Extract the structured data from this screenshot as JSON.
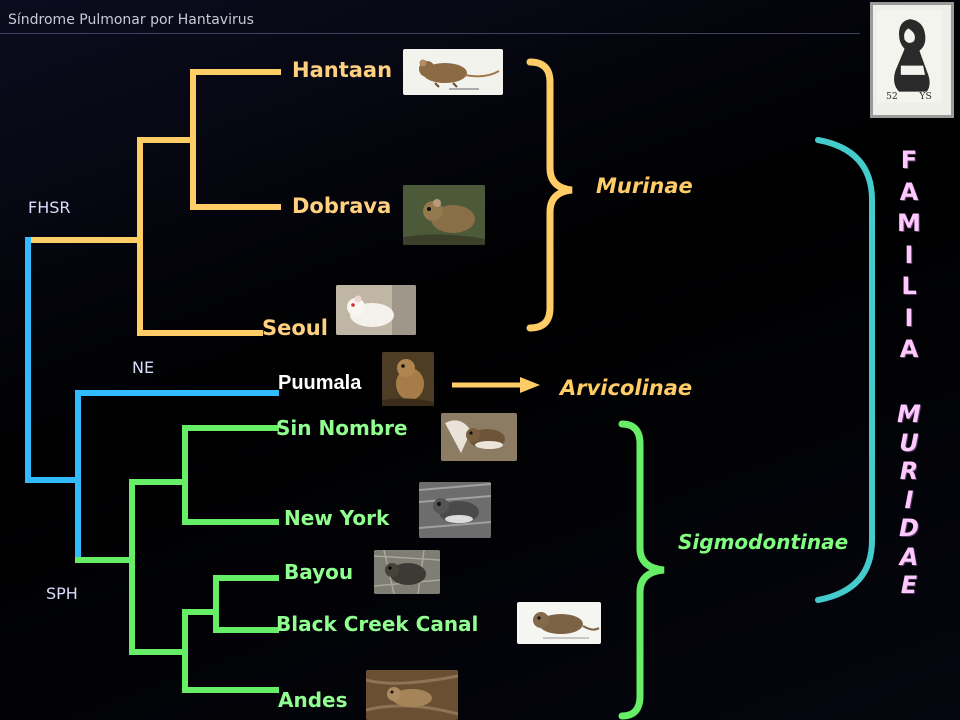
{
  "header": {
    "title": "Síndrome Pulmonar por Hantavirus"
  },
  "groups": {
    "fhsr": "FHSR",
    "ne": "NE",
    "sph": "SPH"
  },
  "viruses": [
    {
      "id": "hantaan",
      "label": "Hantaan"
    },
    {
      "id": "dobrava",
      "label": "Dobrava"
    },
    {
      "id": "seoul",
      "label": "Seoul"
    },
    {
      "id": "puumala",
      "label": "Puumala"
    },
    {
      "id": "sin-nombre",
      "label": "Sin Nombre"
    },
    {
      "id": "new-york",
      "label": "New York"
    },
    {
      "id": "bayou",
      "label": "Bayou"
    },
    {
      "id": "black-creek-canal",
      "label": "Black Creek Canal"
    },
    {
      "id": "andes",
      "label": "Andes"
    }
  ],
  "subfamilies": {
    "murinae": "Murinae",
    "arvicolinae": "Arvicolinae",
    "sigmodontinae": "Sigmodontinae"
  },
  "family": {
    "word1": "FAMILIA",
    "word2": "MURIDAE"
  },
  "colors": {
    "yellow_branch": "#ffcc66",
    "blue_branch": "#33bbff",
    "green_branch": "#66ee66",
    "virus_label": "#ffd080",
    "green_label": "#90ff90",
    "murinae_brace": "#ffcc66",
    "subfamily_text": "#ffcc66",
    "sigmodontinae_text": "#80ff80",
    "sigmodontinae_brace": "#66ee66",
    "family_brace": "#44cccc",
    "family_text": "#ffc8ff"
  },
  "icons": [
    "rodent-photo",
    "arrow-right-icon",
    "logo-emblem"
  ]
}
